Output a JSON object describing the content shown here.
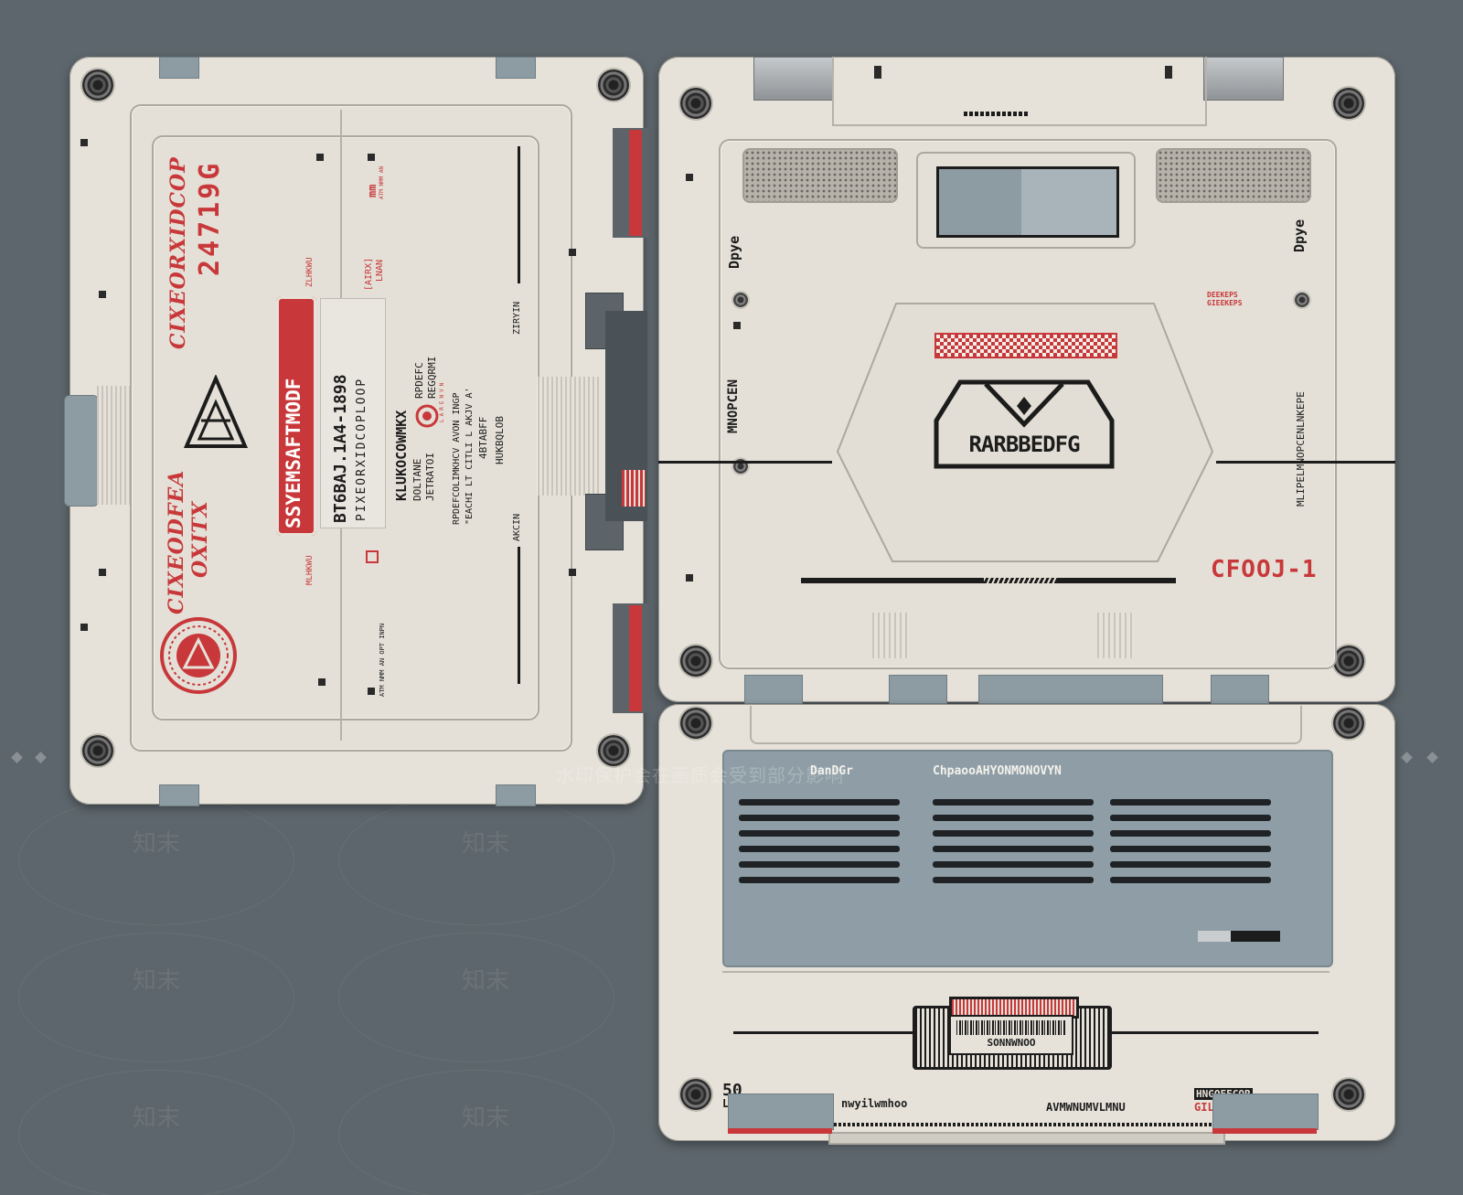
{
  "left_panel": {
    "brand_line1": "CIXEORXIDCOP",
    "brand_code": "24719G",
    "brand_line2": "CIXEODFEA",
    "brand_line3": "OXITX",
    "badge_label": "SSYEMSAFTMODF",
    "model_code": "BT6BAJ.1A4-1898",
    "model_sub": "PIXEORXIDCOPLOOP",
    "info_title": "KLUKOCOWMKX",
    "info_col1_a": "DOLTANE",
    "info_col1_b": "JETRATOI",
    "target_text": "LARENVN",
    "info_col2_a": "RPDEFC",
    "info_col2_b": "REGQRMI",
    "info_line1": "RPDEFCOLIMKHCV AVON INGP",
    "info_line2": "\"EACHI LT CITLI L AKJV A'",
    "info_line3": "4BTABFF",
    "info_line4": "HUKBQLOB",
    "unit_mm": "mm",
    "unit_small": "ATM NMM AN",
    "bracket_a": "[AIRX]",
    "bracket_b": "LNAN",
    "tag_zlhkwu": "ZLHKWU",
    "tag_mlhkwu": "MLHKWU",
    "tag_bottom": "ATM NMM AN OPT INPN",
    "tag_ziryin": "ZIRYIN",
    "tag_akcin": "AKCIN"
  },
  "top_right_panel": {
    "side_label_left": "Dpye",
    "side_label_right": "Dpye",
    "vert_left": "MNOPCEN",
    "vert_right": "MLIPELMNOPCENLNKEPE",
    "small_red_1": "DEEKEPS",
    "small_red_2": "GIEEKEPS",
    "logo_text": "RARBBEDFG",
    "model_red": "CFOOJ-1"
  },
  "bottom_right_panel": {
    "vent_label_left": "DanDGr",
    "vent_label_right": "ChpaooAHYONMONOVYN",
    "barcode_text": "SONNWNOO",
    "num_label": "50",
    "line_text": "LVMWNUMVLMNULMAFI nwyilwmhoo",
    "right_text": "AVMWNUMVLMNU",
    "tag_black": "HNGOFECOR",
    "tag_red": "GILALDCFC"
  },
  "watermark": {
    "brand": "知末",
    "notice": "水印保护会在画质会受到部分影响"
  },
  "colors": {
    "background": "#5d666c",
    "panel": "#e6e2d9",
    "accent_red": "#c8383a",
    "accent_blue_gray": "#8d9ba3",
    "ink": "#1c1c1c"
  }
}
